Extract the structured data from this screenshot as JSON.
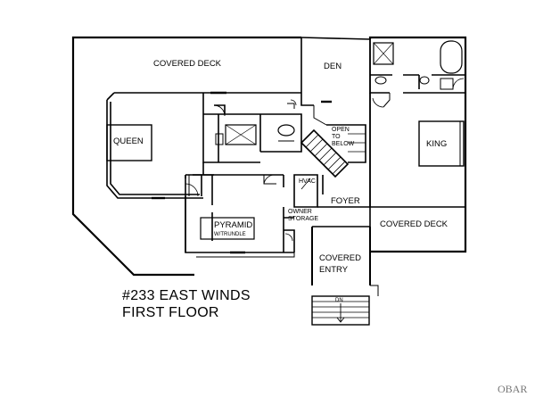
{
  "title": {
    "line1": "#233 EAST WINDS",
    "line2": "FIRST FLOOR"
  },
  "rooms": {
    "covered_deck_top": "COVERED DECK",
    "den": "DEN",
    "queen": "QUEEN",
    "king": "KING",
    "open_to_below": [
      "OPEN",
      "TO",
      "BELOW"
    ],
    "hvac": "HVAC",
    "foyer": "FOYER",
    "owner_storage": [
      "OWNER",
      "STORAGE"
    ],
    "pyramid": "PYRAMID",
    "pyramid_note": "W/TRUNDLE",
    "covered_deck_right": "COVERED DECK",
    "covered_entry": [
      "COVERED",
      "ENTRY"
    ],
    "stair_dn": "DN"
  },
  "watermark": "OBAR"
}
